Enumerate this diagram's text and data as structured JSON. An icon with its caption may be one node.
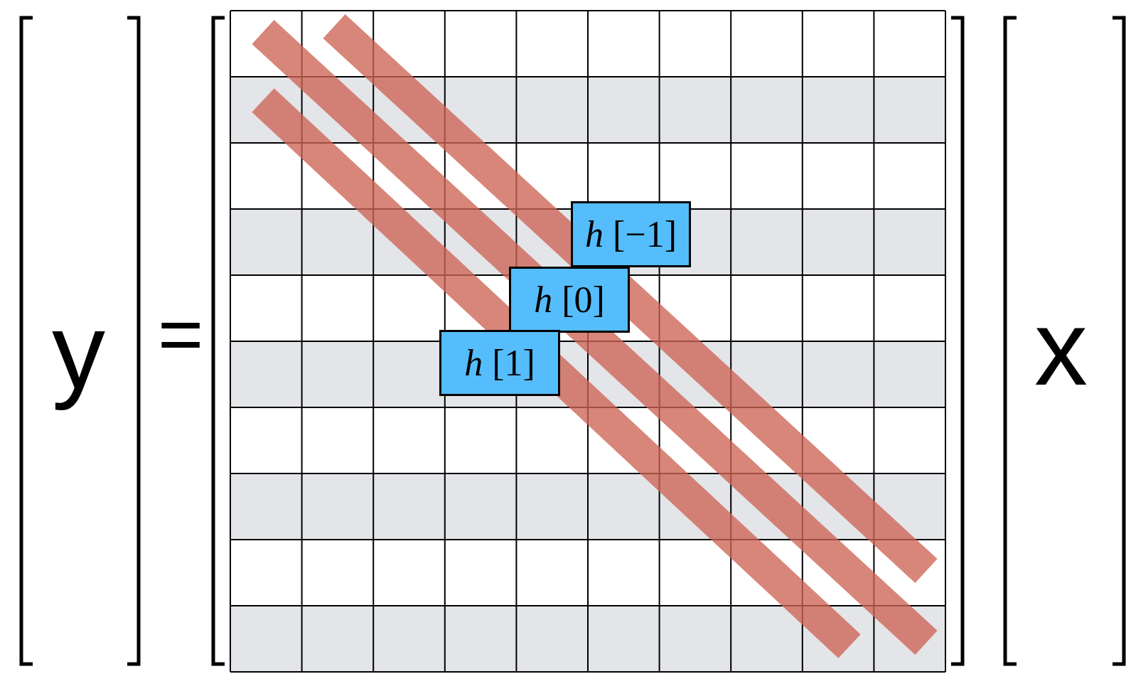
{
  "diagram": {
    "nodes": [
      {
        "text": [
          "*h* [−1]"
        ]
      },
      {
        "text": [
          "*h* [0]"
        ]
      },
      {
        "text": [
          "*h* [1]"
        ]
      }
    ],
    "labels": [
      "y",
      "=",
      "x"
    ]
  }
}
